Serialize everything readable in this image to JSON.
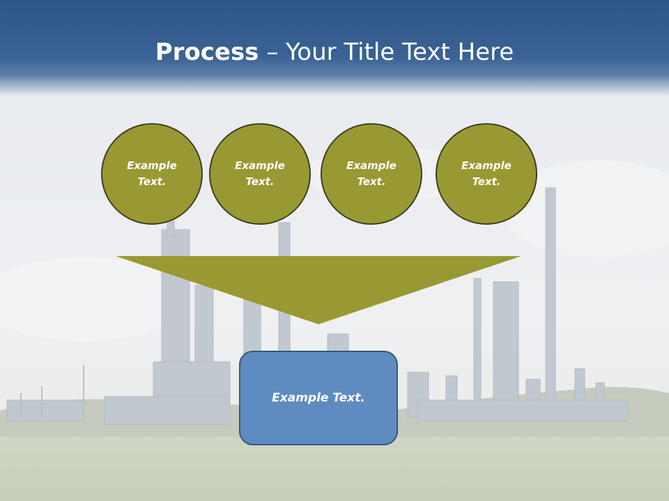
{
  "title": {
    "bold": "Process",
    "rest": " – Your Title Text Here"
  },
  "circles": [
    {
      "line1": "Example",
      "line2": "Text."
    },
    {
      "line1": "Example",
      "line2": "Text."
    },
    {
      "line1": "Example",
      "line2": "Text."
    },
    {
      "line1": "Example",
      "line2": "Text."
    }
  ],
  "result": {
    "label": "Example Text."
  },
  "colors": {
    "header": "#2f5687",
    "circle": "#999933",
    "funnel": "#999933",
    "box": "#5f8cc0"
  }
}
